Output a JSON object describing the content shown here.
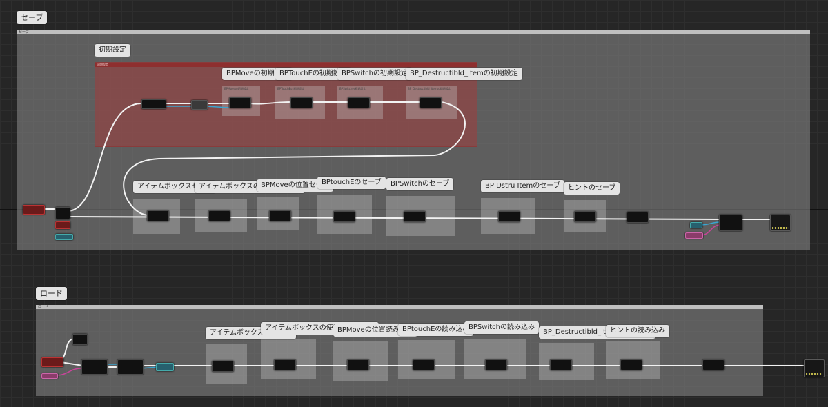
{
  "save_group": {
    "title_bubble": "セーブ",
    "header_text": "セーブ",
    "init": {
      "bubble": "初期設定",
      "header_text": "初期設定",
      "subs": [
        {
          "bubble": "BPMoveの初期設定",
          "title": "BPMoveの初期設定"
        },
        {
          "bubble": "BPTouchEの初期設定",
          "title": "BPTouchEの初期設定"
        },
        {
          "bubble": "BPSwitchの初期設定",
          "title": "BPSwitchの初期設定"
        },
        {
          "bubble": "BP_Destructibld_Itemの初期設定",
          "title": "BP_Destructibld_Itemの初期設定"
        }
      ]
    },
    "sections": [
      {
        "bubble": "アイテムボックスセーブ"
      },
      {
        "bubble": "アイテムボックスの使用をセーブ"
      },
      {
        "bubble": "BPMoveの位置セーブ"
      },
      {
        "bubble": "BPtouchEのセーブ"
      },
      {
        "bubble": "BPSwitchのセーブ"
      },
      {
        "bubble": "BP Dstru Itemのセーブ"
      },
      {
        "bubble": "ヒントのセーブ"
      }
    ]
  },
  "load_group": {
    "title_bubble": "ロード",
    "header_text": "ロード",
    "sections": [
      {
        "bubble": "アイテムボックス読み込み"
      },
      {
        "bubble": "アイテムボックスの使用の読み込み"
      },
      {
        "bubble": "BPMoveの位置読み込み"
      },
      {
        "bubble": "BPtouchEの読み込み"
      },
      {
        "bubble": "BPSwitchの読み込み"
      },
      {
        "bubble": "BP_Destructibld_Itemの読み込み"
      },
      {
        "bubble": "ヒントの読み込み"
      }
    ]
  },
  "colors": {
    "exec_wire": "#f2f2f2",
    "blue_wire": "#3aa6d0",
    "pink_wire": "#c8459a",
    "event_red": "#b33333"
  }
}
